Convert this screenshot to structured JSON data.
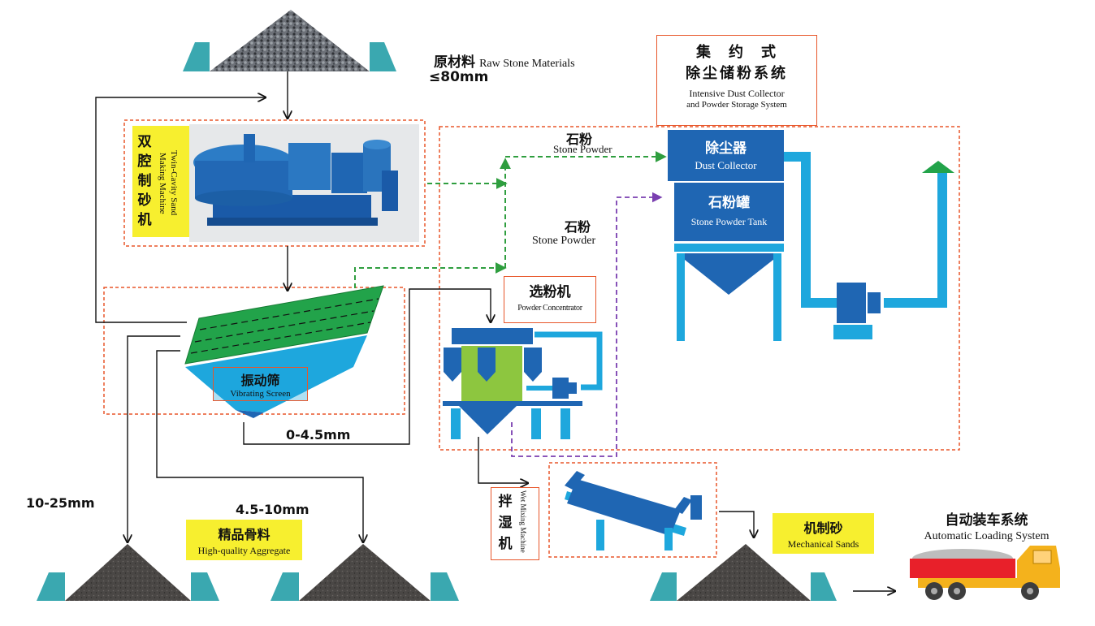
{
  "raw_material": {
    "cn": "原材料",
    "en": "Raw Stone Materials",
    "size": "≤80mm"
  },
  "dust_system": {
    "cn_line1": "集　约　式",
    "cn_line2": "除尘储粉系统",
    "en_line1": "Intensive Dust Collector",
    "en_line2": "and Powder Storage System"
  },
  "sand_machine": {
    "cn_chars": [
      "双",
      "腔",
      "制",
      "砂",
      "机"
    ],
    "en_line1": "Twin-Cavity Sand",
    "en_line2": "Making Machine"
  },
  "stone_powder_1": {
    "cn": "石粉",
    "en": "Stone Powder"
  },
  "stone_powder_2": {
    "cn": "石粉",
    "en": "Stone Powder"
  },
  "dust_collector": {
    "cn": "除尘器",
    "en": "Dust Collector"
  },
  "powder_tank": {
    "cn": "石粉罐",
    "en": "Stone Powder Tank"
  },
  "powder_concentrator": {
    "cn": "选粉机",
    "en": "Powder Concentrator"
  },
  "vibrating_screen": {
    "cn": "振动筛",
    "en": "Vibrating Screen"
  },
  "size_0_45": "0-4.5mm",
  "size_10_25": "10-25mm",
  "size_45_10": "4.5-10mm",
  "aggregate": {
    "cn": "精品骨料",
    "en": "High-quality Aggregate"
  },
  "wet_mixer": {
    "cn_chars": [
      "拌",
      "湿",
      "机"
    ],
    "en": "Wet Mixing Machine"
  },
  "mech_sand": {
    "cn": "机制砂",
    "en": "Mechanical Sands"
  },
  "loading": {
    "cn": "自动装车系统",
    "en": "Automatic Loading System"
  },
  "colors": {
    "blue": "#1f66b3",
    "light_blue": "#1ea7dd",
    "teal": "#3aa8b0",
    "green": "#22a34a",
    "dash_orange": "#e8562a",
    "dash_green": "#2f9e3f",
    "dash_purple": "#7a3fb0",
    "label_yellow": "#f7ef2f",
    "pile": "#4a4745",
    "truck_red": "#e8202a",
    "truck_yellow": "#f4b21c"
  }
}
